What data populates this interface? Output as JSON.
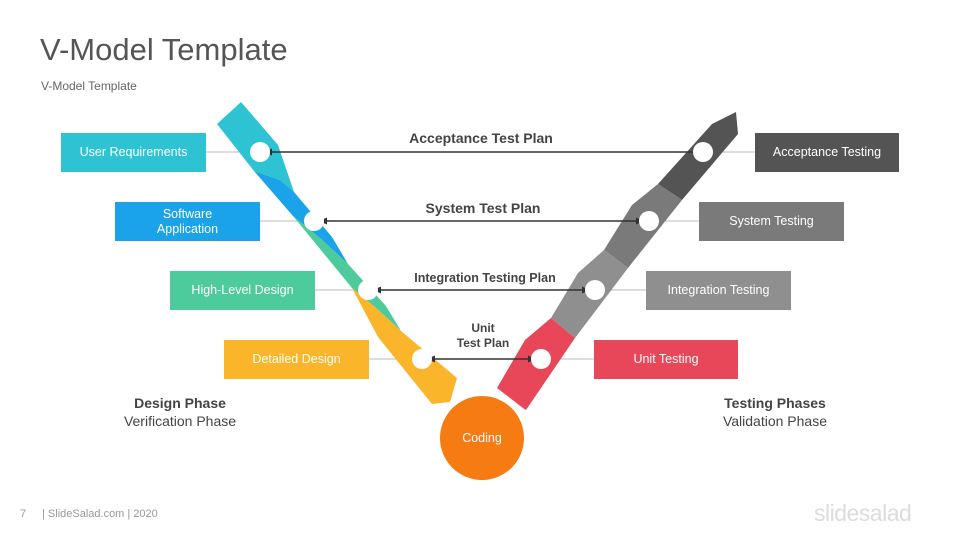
{
  "header": {
    "title": "V-Model Template",
    "subtitle": "V-Model Template"
  },
  "left_steps": [
    {
      "label": "User Requirements",
      "color": "#2ec3d2"
    },
    {
      "label": "Software Application",
      "color": "#1aa3e8"
    },
    {
      "label": "High-Level Design",
      "color": "#4dcb9c"
    },
    {
      "label": "Detailed Design",
      "color": "#fbb52b"
    }
  ],
  "right_steps": [
    {
      "label": "Acceptance Testing",
      "color": "#545454"
    },
    {
      "label": "System Testing",
      "color": "#7a7a7a"
    },
    {
      "label": "Integration Testing",
      "color": "#8f8f8f"
    },
    {
      "label": "Unit Testing",
      "color": "#e8475a"
    }
  ],
  "plans": [
    "Acceptance Test Plan",
    "System Test Plan",
    "Integration Testing Plan",
    "Unit",
    "Test Plan"
  ],
  "center": {
    "label": "Coding",
    "color": "#f77b13"
  },
  "design_phase": {
    "heading": "Design Phase",
    "sub": "Verification Phase"
  },
  "testing_phase": {
    "heading": "Testing Phases",
    "sub": "Validation Phase"
  },
  "footer": {
    "page_number": "7",
    "text": "| SlideSalad.com | 2020",
    "brand": "slidesalad"
  }
}
